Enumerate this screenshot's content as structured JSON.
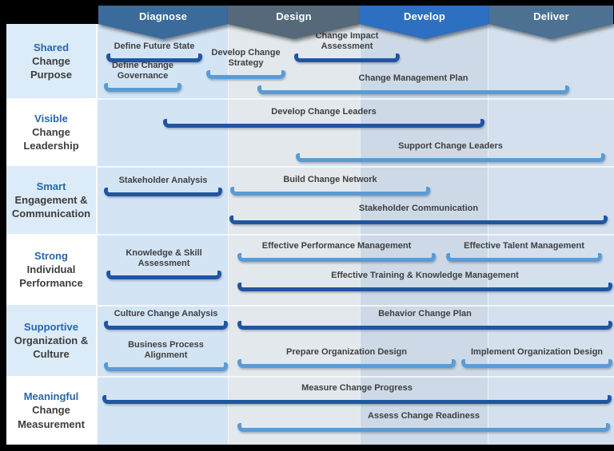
{
  "phases": [
    {
      "label": "Diagnose",
      "color": "#3a6b9b"
    },
    {
      "label": "Design",
      "color": "#55697b"
    },
    {
      "label": "Develop",
      "color": "#2d6fc1"
    },
    {
      "label": "Deliver",
      "color": "#4d7193"
    }
  ],
  "rows": [
    {
      "title_highlight": "Shared",
      "title_rest": "Change\nPurpose",
      "items": [
        {
          "label": "Define Future State",
          "style": "dark"
        },
        {
          "label": "Define Change\nGovernance",
          "style": "light"
        },
        {
          "label": "Develop Change\nStrategy",
          "style": "light"
        },
        {
          "label": "Change Impact\nAssessment",
          "style": "dark"
        },
        {
          "label": "Change Management Plan",
          "style": "light"
        }
      ]
    },
    {
      "title_highlight": "Visible",
      "title_rest": "Change\nLeadership",
      "items": [
        {
          "label": "Develop Change Leaders",
          "style": "dark"
        },
        {
          "label": "Support Change Leaders",
          "style": "light"
        }
      ]
    },
    {
      "title_highlight": "Smart",
      "title_rest": "Engagement &\nCommunication",
      "items": [
        {
          "label": "Stakeholder Analysis",
          "style": "dark"
        },
        {
          "label": "Build Change Network",
          "style": "light"
        },
        {
          "label": "Stakeholder Communication",
          "style": "dark"
        }
      ]
    },
    {
      "title_highlight": "Strong",
      "title_rest": "Individual\nPerformance",
      "items": [
        {
          "label": "Knowledge & Skill\nAssessment",
          "style": "dark"
        },
        {
          "label": "Effective Performance Management",
          "style": "light"
        },
        {
          "label": "Effective Talent Management",
          "style": "light"
        },
        {
          "label": "Effective Training & Knowledge Management",
          "style": "dark"
        }
      ]
    },
    {
      "title_highlight": "Supportive",
      "title_rest": "Organization &\nCulture",
      "items": [
        {
          "label": "Culture Change Analysis",
          "style": "dark"
        },
        {
          "label": "Behavior Change Plan",
          "style": "dark"
        },
        {
          "label": "Business Process\nAlignment",
          "style": "light"
        },
        {
          "label": "Prepare Organization Design",
          "style": "light"
        },
        {
          "label": "Implement Organization Design",
          "style": "light"
        }
      ]
    },
    {
      "title_highlight": "Meaningful",
      "title_rest": "Change\nMeasurement",
      "items": [
        {
          "label": "Measure Change Progress",
          "style": "dark"
        },
        {
          "label": "Assess Change Readiness",
          "style": "light"
        }
      ]
    }
  ],
  "colors": {
    "bracket_dark": "#2155a3",
    "bracket_light": "#5b9bd5",
    "title_blue": "#2766ae",
    "item_text": "#3f3f3f",
    "col_diagnose": "#d3e4f4",
    "col_design": "#e3e8ec",
    "col_develop": "#cdd9e6",
    "col_deliver": "#d4e0ee",
    "label_blue_bg": "#dcebf8",
    "label_white_bg": "#ffffff"
  }
}
